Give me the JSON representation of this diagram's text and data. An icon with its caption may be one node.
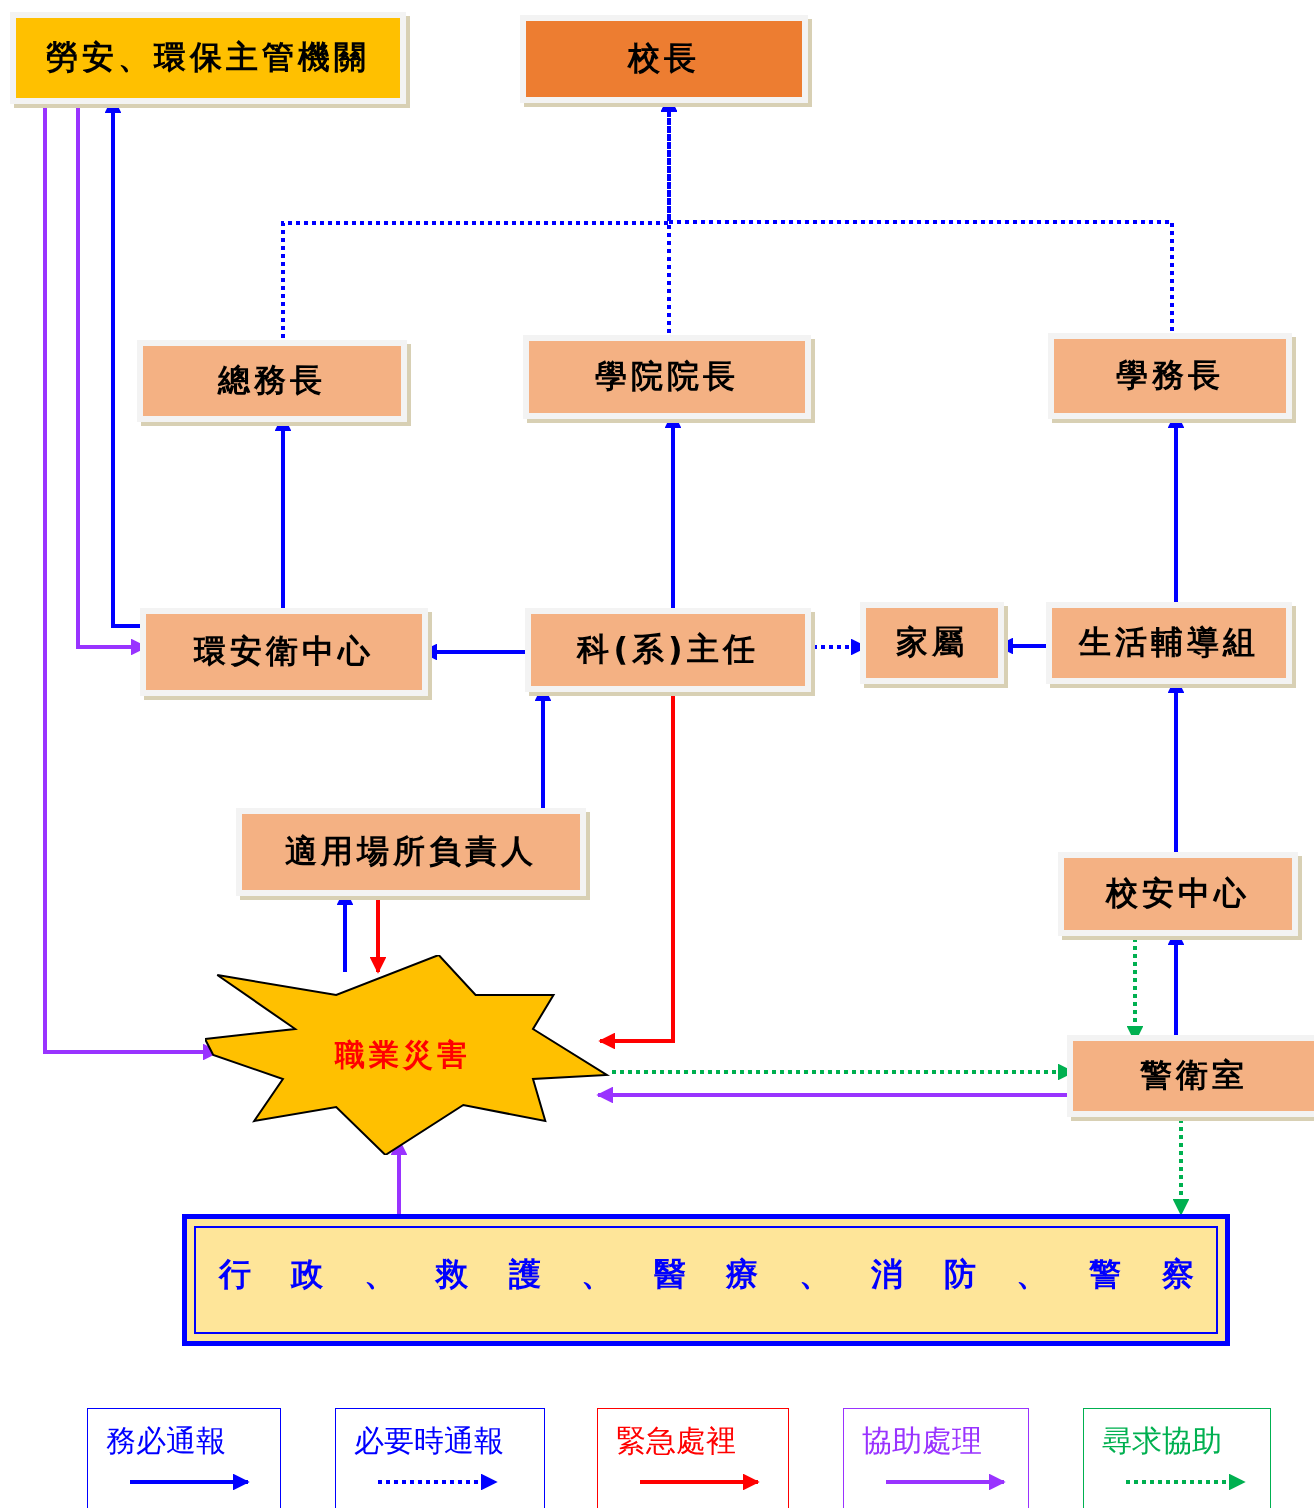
{
  "diagram": {
    "nodes": [
      {
        "text": [
          "勞安、環保主管機關"
        ]
      },
      {
        "text": [
          "校長"
        ]
      },
      {
        "text": [
          "總務長"
        ]
      },
      {
        "text": [
          "學院院長"
        ]
      },
      {
        "text": [
          "學務長"
        ]
      },
      {
        "text": [
          "環安衛中心"
        ]
      },
      {
        "text": [
          "科(系)主任"
        ]
      },
      {
        "text": [
          "家屬"
        ]
      },
      {
        "text": [
          "生活輔導組"
        ]
      },
      {
        "text": [
          "適用場所負責人"
        ]
      },
      {
        "text": [
          "校安中心"
        ]
      },
      {
        "text": [
          "職業災害"
        ]
      },
      {
        "text": [
          "警衛室"
        ]
      },
      {
        "text": [
          "行 政 、 救 護 、 醫 療 、 消 防 、 警 察"
        ]
      }
    ],
    "edges": [
      {
        "from": 2,
        "to": 1,
        "arrow": "to",
        "style": "dashed"
      },
      {
        "from": 3,
        "to": 1,
        "arrow": "to",
        "style": "dashed"
      },
      {
        "from": 4,
        "to": 1,
        "arrow": "to",
        "style": "dashed"
      },
      {
        "from": 5,
        "to": 2,
        "arrow": "to"
      },
      {
        "from": 6,
        "to": 3,
        "arrow": "to"
      },
      {
        "from": 8,
        "to": 4,
        "arrow": "to"
      },
      {
        "from": 6,
        "to": 5,
        "arrow": "to"
      },
      {
        "from": 6,
        "to": 7,
        "arrow": "to",
        "style": "dashed"
      },
      {
        "from": 8,
        "to": 7,
        "arrow": "to"
      },
      {
        "from": 9,
        "to": 6,
        "arrow": "to"
      },
      {
        "from": 10,
        "to": 8,
        "arrow": "to"
      },
      {
        "from": 5,
        "to": 0,
        "arrow": "to"
      },
      {
        "from": 0,
        "to": 5,
        "arrow": "to",
        "color": "#9933ff"
      },
      {
        "from": 0,
        "to": 11,
        "arrow": "to",
        "color": "#9933ff"
      },
      {
        "from": 11,
        "to": 9,
        "arrow": "to"
      },
      {
        "from": 9,
        "to": 11,
        "arrow": "to",
        "color": "#ff0000"
      },
      {
        "from": 6,
        "to": 11,
        "arrow": "to",
        "color": "#ff0000"
      },
      {
        "from": 11,
        "to": 12,
        "arrow": "to",
        "style": "dashed",
        "color": "#00b050"
      },
      {
        "from": 12,
        "to": 11,
        "arrow": "to",
        "color": "#9933ff"
      },
      {
        "from": 10,
        "to": 12,
        "arrow": "to",
        "style": "dashed",
        "color": "#00b050"
      },
      {
        "from": 12,
        "to": 10,
        "arrow": "to"
      },
      {
        "from": 12,
        "to": 13,
        "arrow": "to",
        "style": "dashed",
        "color": "#00b050"
      },
      {
        "from": 13,
        "to": 11,
        "arrow": "to",
        "color": "#9933ff"
      }
    ],
    "legend": [
      {
        "text": "務必通報"
      },
      {
        "text": "必要時通報"
      },
      {
        "text": "緊急處裡"
      },
      {
        "text": "協助處理"
      },
      {
        "text": "尋求協助"
      }
    ]
  }
}
